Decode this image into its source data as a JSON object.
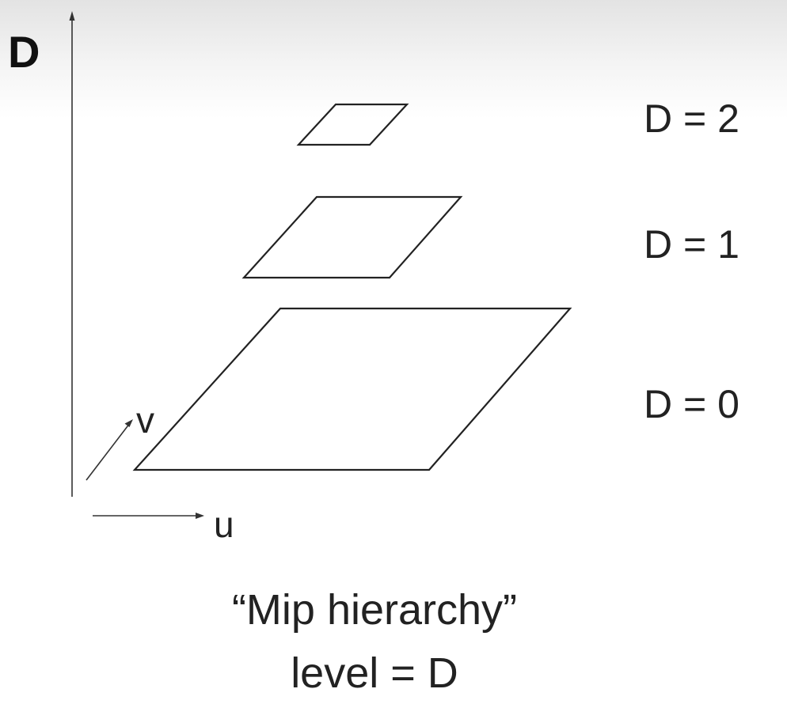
{
  "axes": {
    "vertical_label": "D",
    "u_label": "u",
    "v_label": "v"
  },
  "levels": [
    {
      "label": "D = 2"
    },
    {
      "label": "D = 1"
    },
    {
      "label": "D = 0"
    }
  ],
  "caption": {
    "title": "“Mip hierarchy”",
    "subtitle": "level = D"
  },
  "colors": {
    "line": "#222222",
    "axis": "#333333",
    "text": "#222222"
  }
}
